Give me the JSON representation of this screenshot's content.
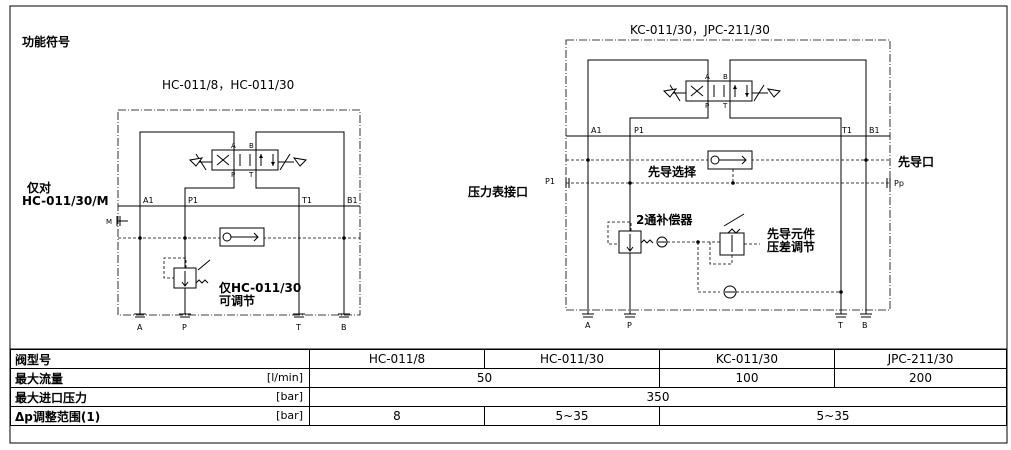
{
  "section_title": "功能符号",
  "left_diagram": {
    "title": "HC-011/8，HC-011/30",
    "note_left_line1": "仅对",
    "note_left_line2": "HC-011/30/M",
    "note_adj_line1": "仅HC-011/30",
    "note_adj_line2": "可调节",
    "port_A1": "A1",
    "port_P1": "P1",
    "port_T1": "T1",
    "port_B1": "B1",
    "port_M": "M",
    "bottom_A": "A",
    "bottom_P": "P",
    "bottom_T": "T",
    "bottom_B": "B",
    "valve_A": "A",
    "valve_B": "B",
    "valve_P": "P",
    "valve_T": "T"
  },
  "right_diagram": {
    "title": "KC-011/30，JPC-211/30",
    "label_pressure_port": "压力表接口",
    "label_pilot_select": "先导选择",
    "label_pilot_port": "先导口",
    "label_compensator": "2通补偿器",
    "label_pilot_element_line1": "先导元件",
    "label_pilot_element_line2": "压差调节",
    "port_P1_left": "P1",
    "port_Pp": "Pp",
    "port_A1": "A1",
    "port_P1": "P1",
    "port_T1": "T1",
    "port_B1": "B1",
    "bottom_A": "A",
    "bottom_P": "P",
    "bottom_T": "T",
    "bottom_B": "B",
    "valve_A": "A",
    "valve_B": "B",
    "valve_P": "P",
    "valve_T": "T"
  },
  "table": {
    "header": [
      "阀型号",
      "HC-011/8",
      "HC-011/30",
      "KC-011/30",
      "JPC-211/30"
    ],
    "rows": [
      {
        "param": "最大流量",
        "unit": "[l/min]",
        "values": [
          "50",
          "100",
          "200"
        ]
      },
      {
        "param": "最大进口压力",
        "unit": "[bar]",
        "values": [
          "350"
        ]
      },
      {
        "param": "Δp调整范围(1)",
        "unit": "[bar]",
        "values": [
          "8",
          "5~35",
          "5~35"
        ]
      }
    ]
  }
}
